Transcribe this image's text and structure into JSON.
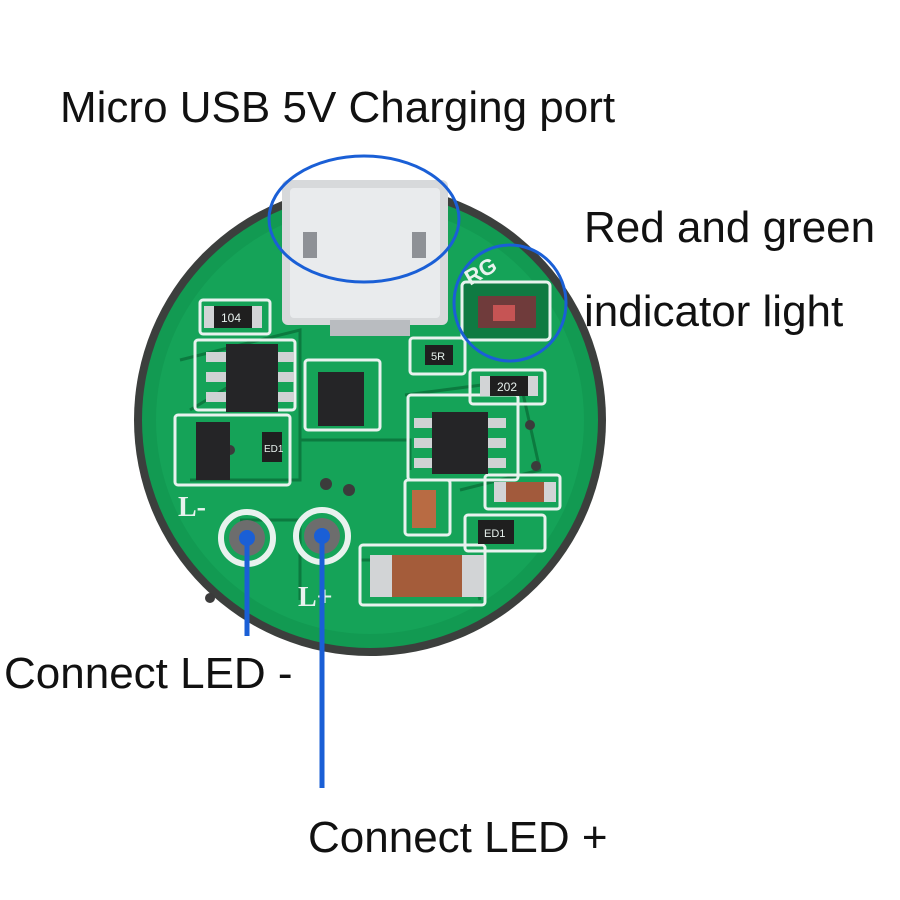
{
  "labels": {
    "usb_port": "Micro USB 5V Charging port",
    "indicator_line1": "Red and green",
    "indicator_line2": "indicator light",
    "led_negative": "Connect LED -",
    "led_positive": "Connect LED +"
  },
  "board": {
    "silkscreen_rg": "RG",
    "silkscreen_l_minus": "L-",
    "silkscreen_l_plus": "L+",
    "marking_104": "104",
    "marking_202": "202",
    "marking_5r": "5R",
    "marking_ed1_left": "ED1",
    "marking_ed1_right": "ED1"
  },
  "colors": {
    "pcb_green": "#129a52",
    "callout_blue": "#1a5fd6",
    "silkscreen": "#e8f2ee",
    "text": "#111111"
  }
}
